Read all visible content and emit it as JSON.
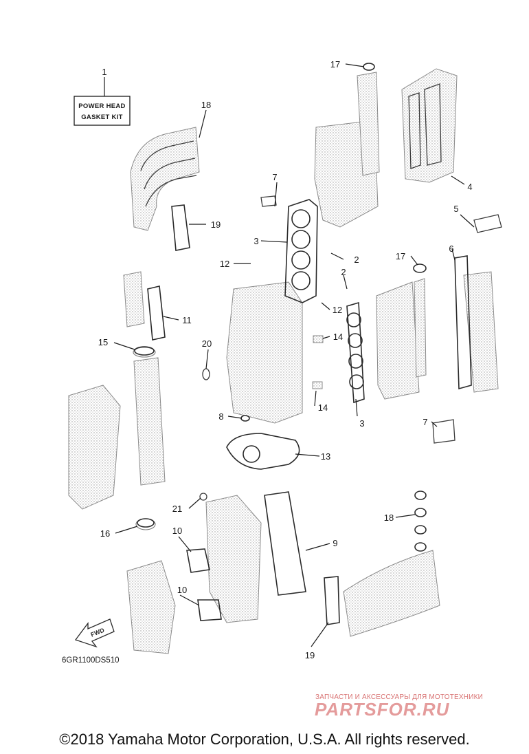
{
  "kit_label": {
    "line1": "POWER HEAD",
    "line2": "GASKET KIT"
  },
  "callouts": {
    "c1": "1",
    "c2a": "2",
    "c2b": "2",
    "c3a": "3",
    "c3b": "3",
    "c4": "4",
    "c5": "5",
    "c6": "6",
    "c7a": "7",
    "c7b": "7",
    "c8": "8",
    "c9": "9",
    "c10a": "10",
    "c10b": "10",
    "c11": "11",
    "c12a": "12",
    "c12b": "12",
    "c13": "13",
    "c14a": "14",
    "c14b": "14",
    "c15": "15",
    "c16": "16",
    "c17a": "17",
    "c17b": "17",
    "c18a": "18",
    "c18b": "18",
    "c19a": "19",
    "c19b": "19",
    "c20": "20",
    "c21": "21"
  },
  "fwd_label": "FWD",
  "diagram_code": "6GR1100DS510",
  "watermark": {
    "tagline": "ЗАПЧАСТИ И АКСЕССУАРЫ ДЛЯ МОТОТЕХНИКИ",
    "logo": "PARTSFOR.RU"
  },
  "copyright": "©2018 Yamaha Motor Corporation, U.S.A. All rights reserved."
}
